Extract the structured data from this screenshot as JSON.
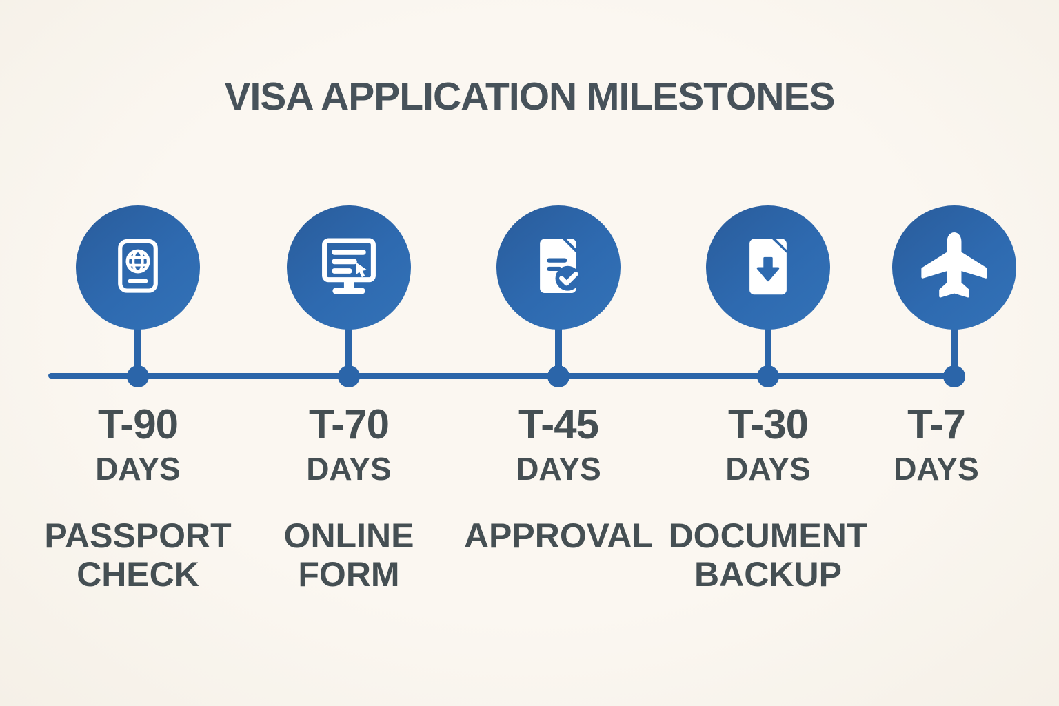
{
  "title": "VISA APPLICATION MILESTONES",
  "colors": {
    "background": "#faf6ef",
    "primary_blue": "#2b65a9",
    "circle_gradient_start": "#2a5e9e",
    "circle_gradient_end": "#3372b7",
    "text_dark": "#454f53",
    "icon_white": "#ffffff"
  },
  "timeline": {
    "orientation": "horizontal",
    "milestone_count": 5
  },
  "milestones": [
    {
      "icon": "passport-icon",
      "t": "T-90",
      "unit": "DAYS",
      "task": "PASSPORT\nCHECK"
    },
    {
      "icon": "online-form-icon",
      "t": "T-70",
      "unit": "DAYS",
      "task": "ONLINE\nFORM"
    },
    {
      "icon": "document-approved-icon",
      "t": "T-45",
      "unit": "DAYS",
      "task": "APPROVAL"
    },
    {
      "icon": "document-download-icon",
      "t": "T-30",
      "unit": "DAYS",
      "task": "DOCUMENT\nBACKUP"
    },
    {
      "icon": "airplane-icon",
      "t": "T-7",
      "unit": "DAYS",
      "task": ""
    }
  ]
}
